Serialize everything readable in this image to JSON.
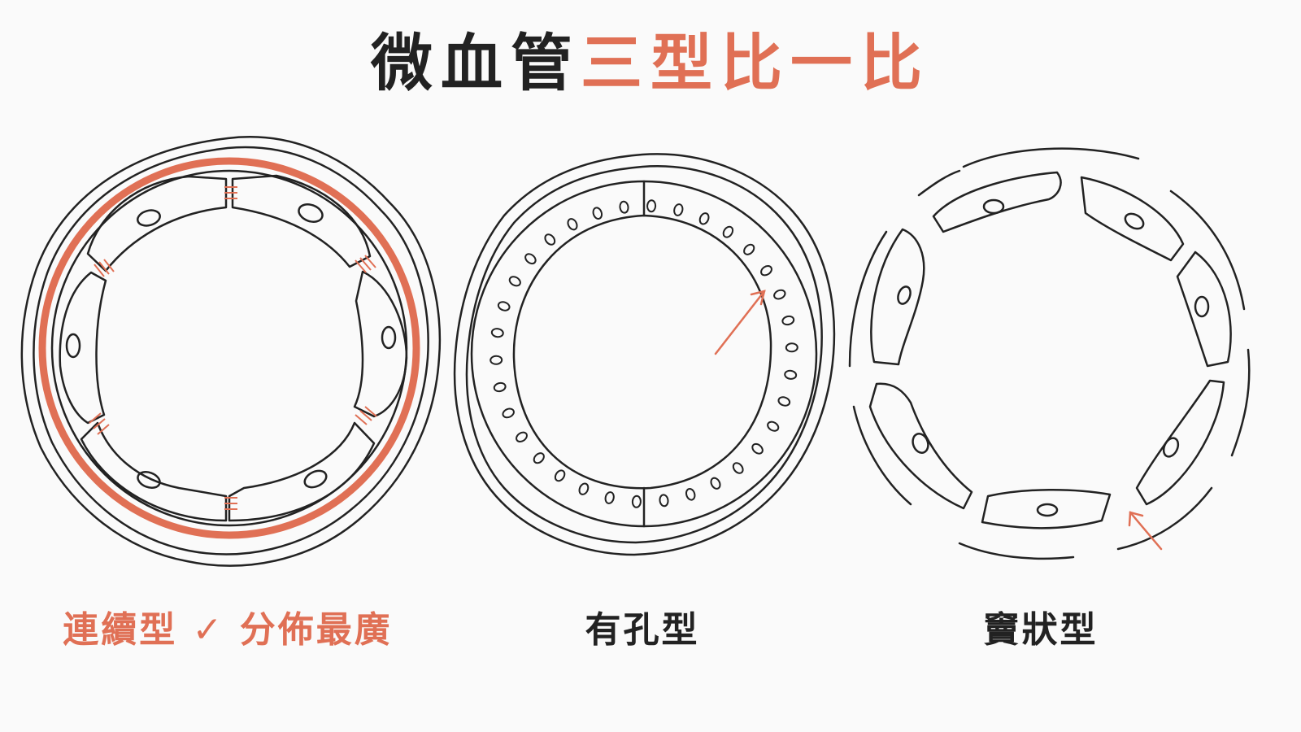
{
  "title": {
    "part1": "微血管",
    "part2": "三型比一比"
  },
  "panels": [
    {
      "label": "連續型 ✓ 分佈最廣",
      "highlighted": true
    },
    {
      "label": "有孔型",
      "highlighted": false
    },
    {
      "label": "竇狀型",
      "highlighted": false
    }
  ],
  "colors": {
    "accent": "#e07055",
    "ink": "#222222",
    "background": "#fafafa"
  }
}
